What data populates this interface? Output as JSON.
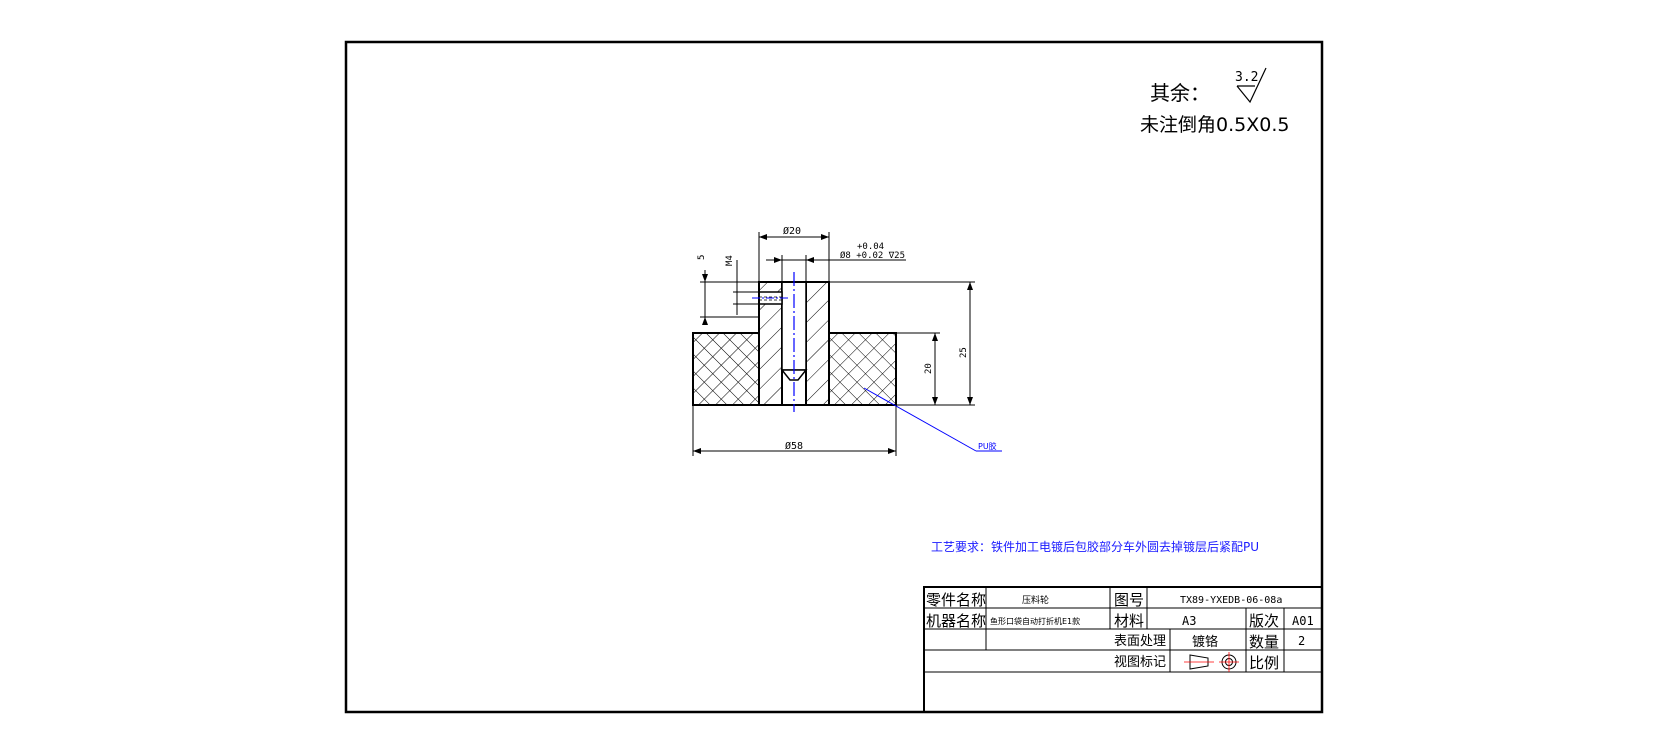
{
  "note": {
    "roughness_label": "其余：",
    "roughness_value": "3.2",
    "chamfer_note": "未注倒角0.5X0.5"
  },
  "dims": {
    "top_dia": "Ø20",
    "tol_upper": "+0.04",
    "hole_spec": "Ø8 +0.02 ∇25",
    "left_5": "5",
    "left_m4": "M4",
    "right_20": "20",
    "right_25": "25",
    "bottom_dia": "Ø58",
    "pu_label": "PU胶"
  },
  "process_requirement": "工艺要求：铁件加工电镀后包胶部分车外圆去掉镀层后紧配PU",
  "title_block": {
    "part_name_label": "零件名称",
    "part_name_value": "压料轮",
    "drawing_no_label": "图号",
    "drawing_no_value": "TX89-YXEDB-06-08a",
    "machine_name_label": "机器名称",
    "machine_name_value": "鱼形口袋自动打折机E1款",
    "material_label": "材料",
    "material_value": "A3",
    "version_label": "版次",
    "version_value": "A01",
    "surface_label": "表面处理",
    "surface_value": "镀铬",
    "qty_label": "数量",
    "qty_value": "2",
    "view_label": "视图标记",
    "scale_label": "比例",
    "scale_value": ""
  },
  "colors": {
    "line": "#000000",
    "annotation": "#0000ff",
    "process_text": "#1a1aff"
  }
}
